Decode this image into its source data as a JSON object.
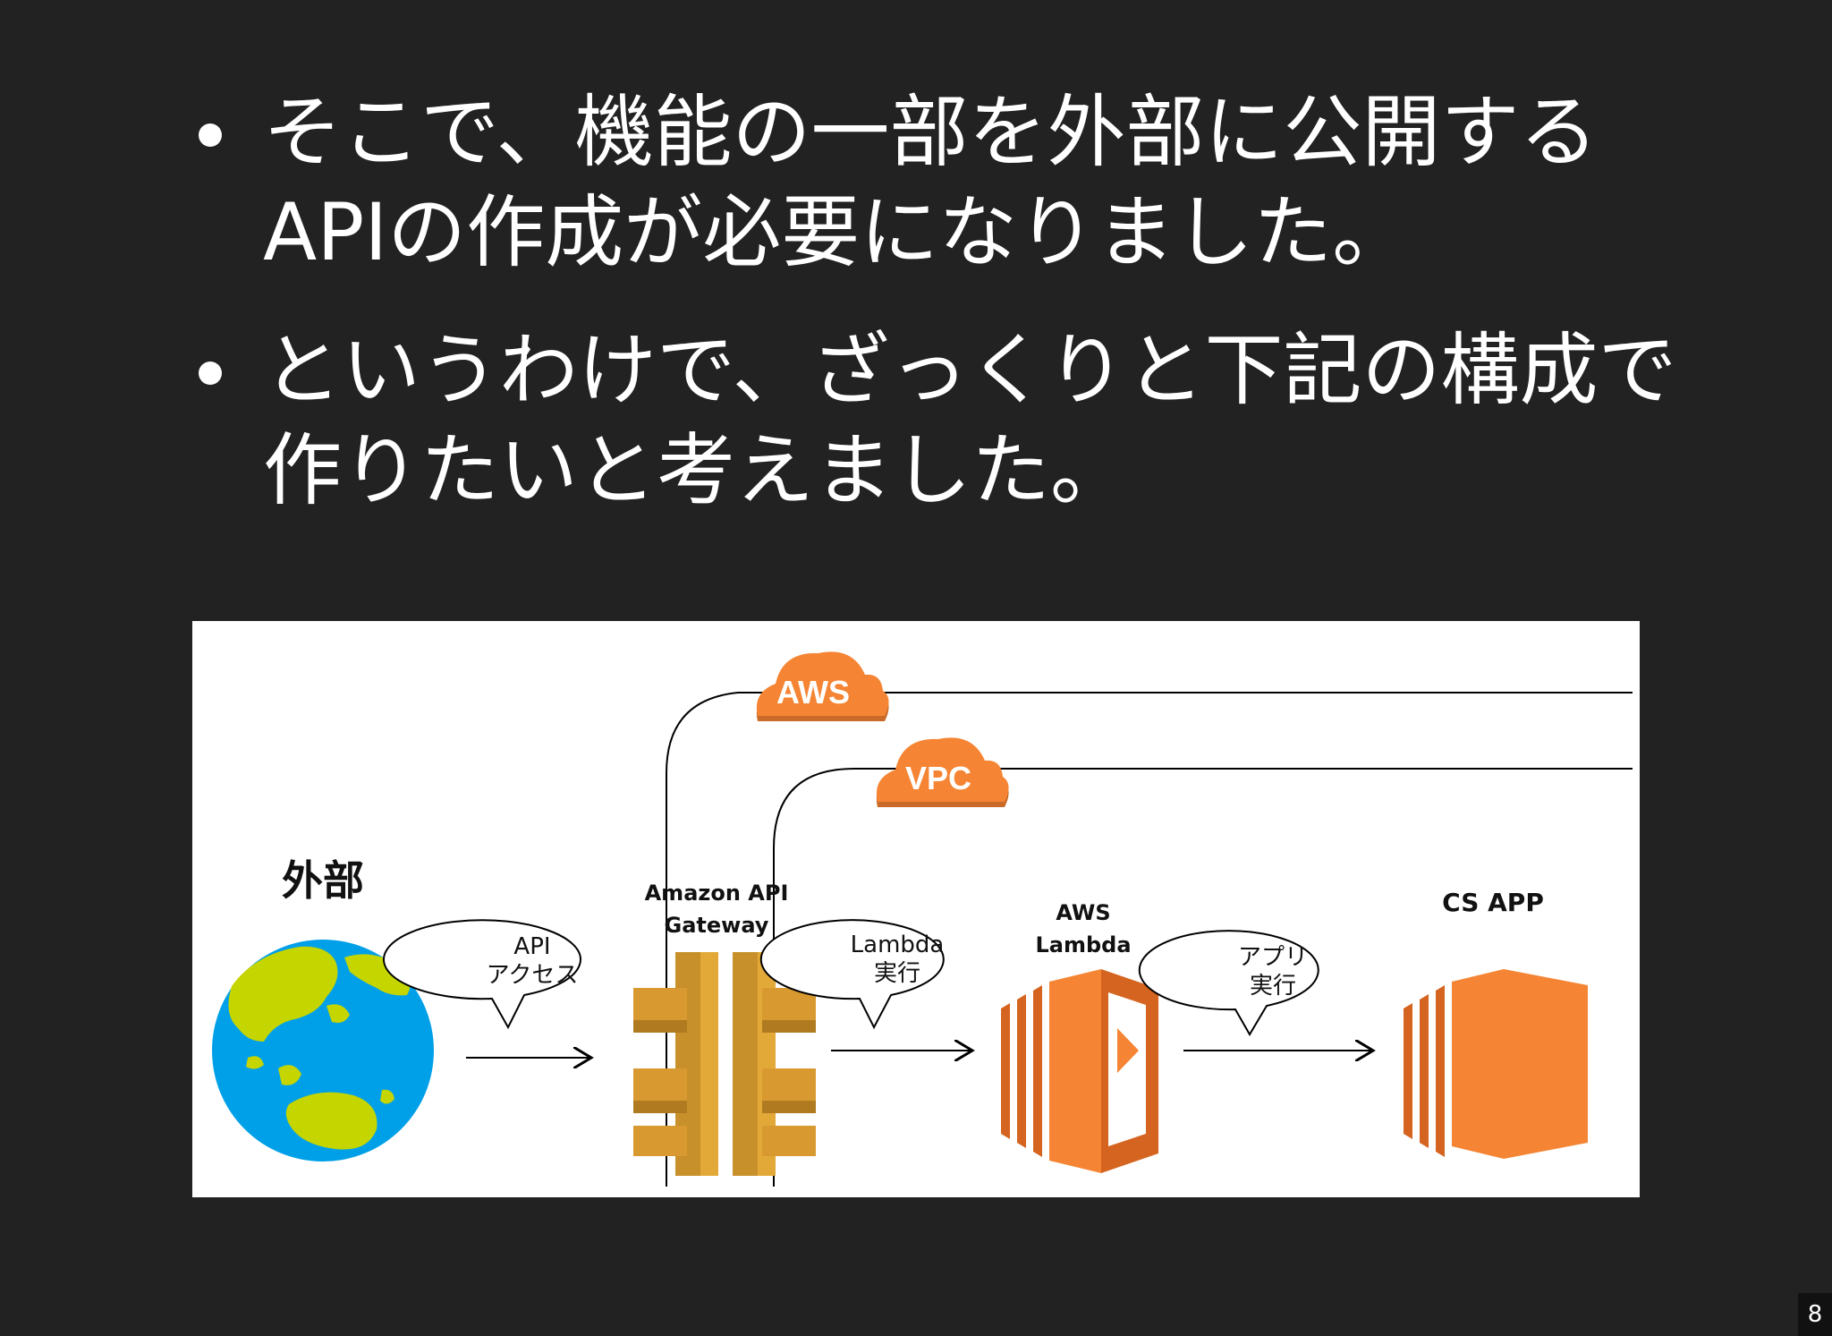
{
  "bullets": [
    {
      "line1": "そこで、機能の一部を外部に公開する",
      "line2": "APIの作成が必要になりました。"
    },
    {
      "line1": "というわけで、ざっくりと下記の構成で",
      "line2": "作りたいと考えました。"
    }
  ],
  "diagram": {
    "aws_badge": "AWS",
    "vpc_badge": "VPC",
    "external_label": "外部",
    "api_access": {
      "line1": "API",
      "line2": "アクセス"
    },
    "gateway_label": {
      "line1": "Amazon API",
      "line2": "Gateway"
    },
    "lambda_exec": {
      "line1": "Lambda",
      "line2": "実行"
    },
    "lambda_label": {
      "line1": "AWS",
      "line2": "Lambda"
    },
    "app_exec": {
      "line1": "アプリ",
      "line2": "実行"
    },
    "app_label": "CS APP",
    "colors": {
      "aws_orange": "#f58534",
      "gateway_gold": "#e2a938",
      "globe_blue": "#00a0e8",
      "globe_land": "#c5d500"
    },
    "icons": [
      "globe-icon",
      "api-gateway-icon",
      "lambda-icon",
      "ec2-app-icon",
      "aws-cloud-icon",
      "vpc-cloud-icon"
    ]
  },
  "page_number": "8"
}
